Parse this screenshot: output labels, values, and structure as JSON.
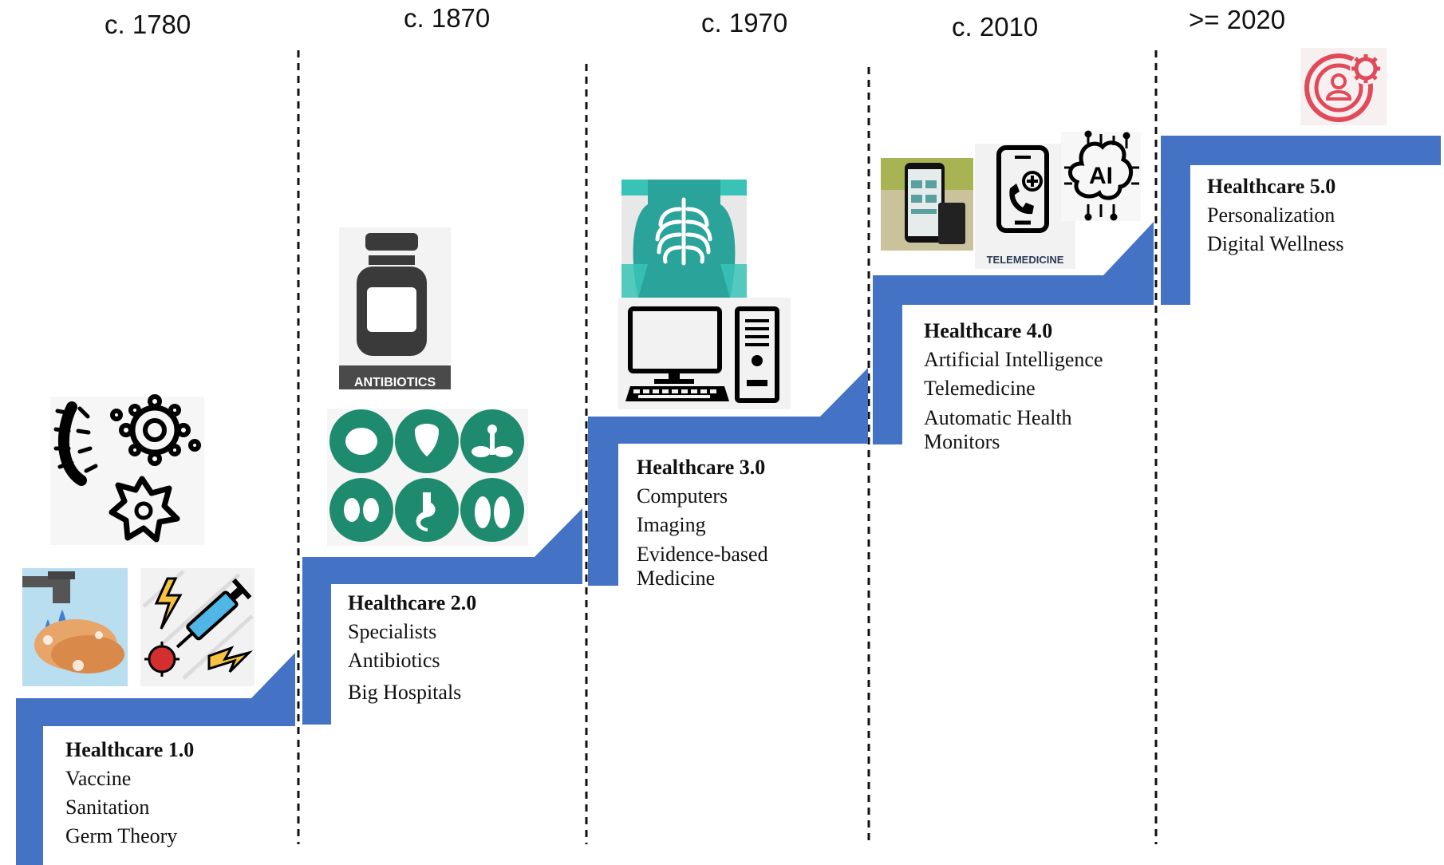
{
  "eras": [
    {
      "label": "c. 1780"
    },
    {
      "label": "c. 1870"
    },
    {
      "label": "c. 1970"
    },
    {
      "label": "c. 2010"
    },
    {
      "label": ">= 2020"
    }
  ],
  "stages": [
    {
      "title": "Healthcare 1.0",
      "items": [
        "Vaccine",
        "Sanitation",
        "Germ Theory"
      ]
    },
    {
      "title": "Healthcare 2.0",
      "items": [
        "Specialists",
        "Antibiotics",
        "Big Hospitals"
      ]
    },
    {
      "title": "Healthcare 3.0",
      "items": [
        "Computers",
        "Imaging",
        "Evidence-based Medicine"
      ]
    },
    {
      "title": "Healthcare 4.0",
      "items": [
        "Artificial Intelligence",
        "Telemedicine",
        "Automatic Health Monitors"
      ]
    },
    {
      "title": "Healthcare 5.0",
      "items": [
        "Personalization",
        "Digital Wellness"
      ]
    }
  ],
  "icon_labels": {
    "antibiotics": "ANTIBIOTICS",
    "telemedicine": "TELEMEDICINE",
    "ai": "AI"
  },
  "colors": {
    "staircase": "#4472c4",
    "organ_icons": "#1e8a6e",
    "xray_bg": "#39c3b6",
    "xray_body": "#2aa39a",
    "brand_red": "#e04a59"
  },
  "icons": [
    "microbes-icon",
    "handwashing-icon",
    "vaccine-syringe-icon",
    "antibiotics-bottle-icon",
    "organs-icon",
    "chest-xray-icon",
    "desktop-computer-icon",
    "smartphone-health-monitor-icon",
    "telemedicine-phone-icon",
    "ai-chip-icon",
    "personalization-gear-icon"
  ]
}
